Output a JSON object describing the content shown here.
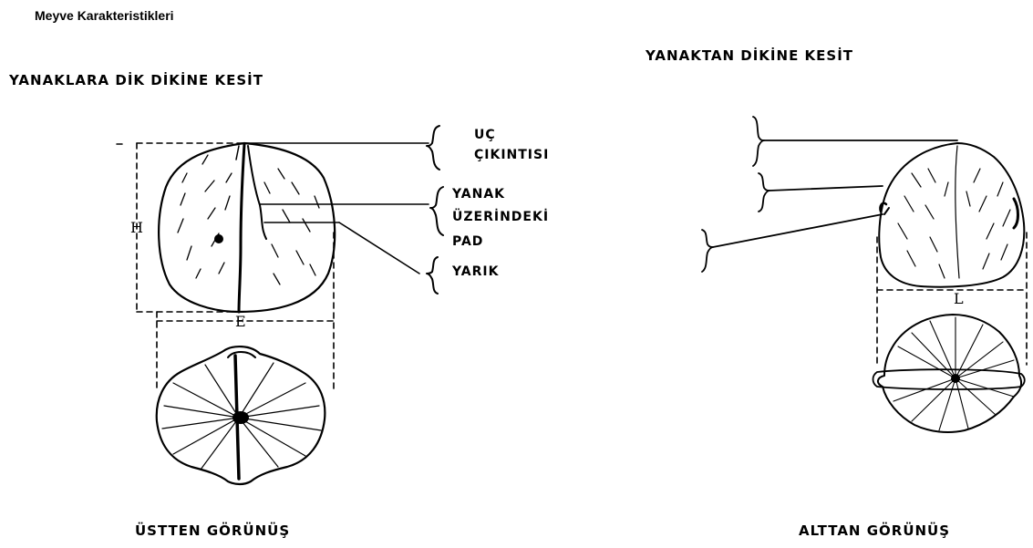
{
  "title": "Meyve Karakteristikleri",
  "sections": {
    "left_header": "YANAKLARA DİK DİKİNE KESİT",
    "right_header": "YANAKTAN DİKİNE KESİT",
    "left_bottom": "ÜSTTEN GÖRÜNÜŞ",
    "right_bottom": "ALTTAN GÖRÜNÜŞ"
  },
  "labels": {
    "tip_line1": "UÇ",
    "tip_line2": "ÇIKINTISI",
    "cheek_line1": "YANAK",
    "cheek_line2": "ÜZERİNDEKİ",
    "cheek_line3": "PAD",
    "slit": "YARIK"
  },
  "dimensions": {
    "height": "H",
    "width": "E",
    "length": "L"
  }
}
